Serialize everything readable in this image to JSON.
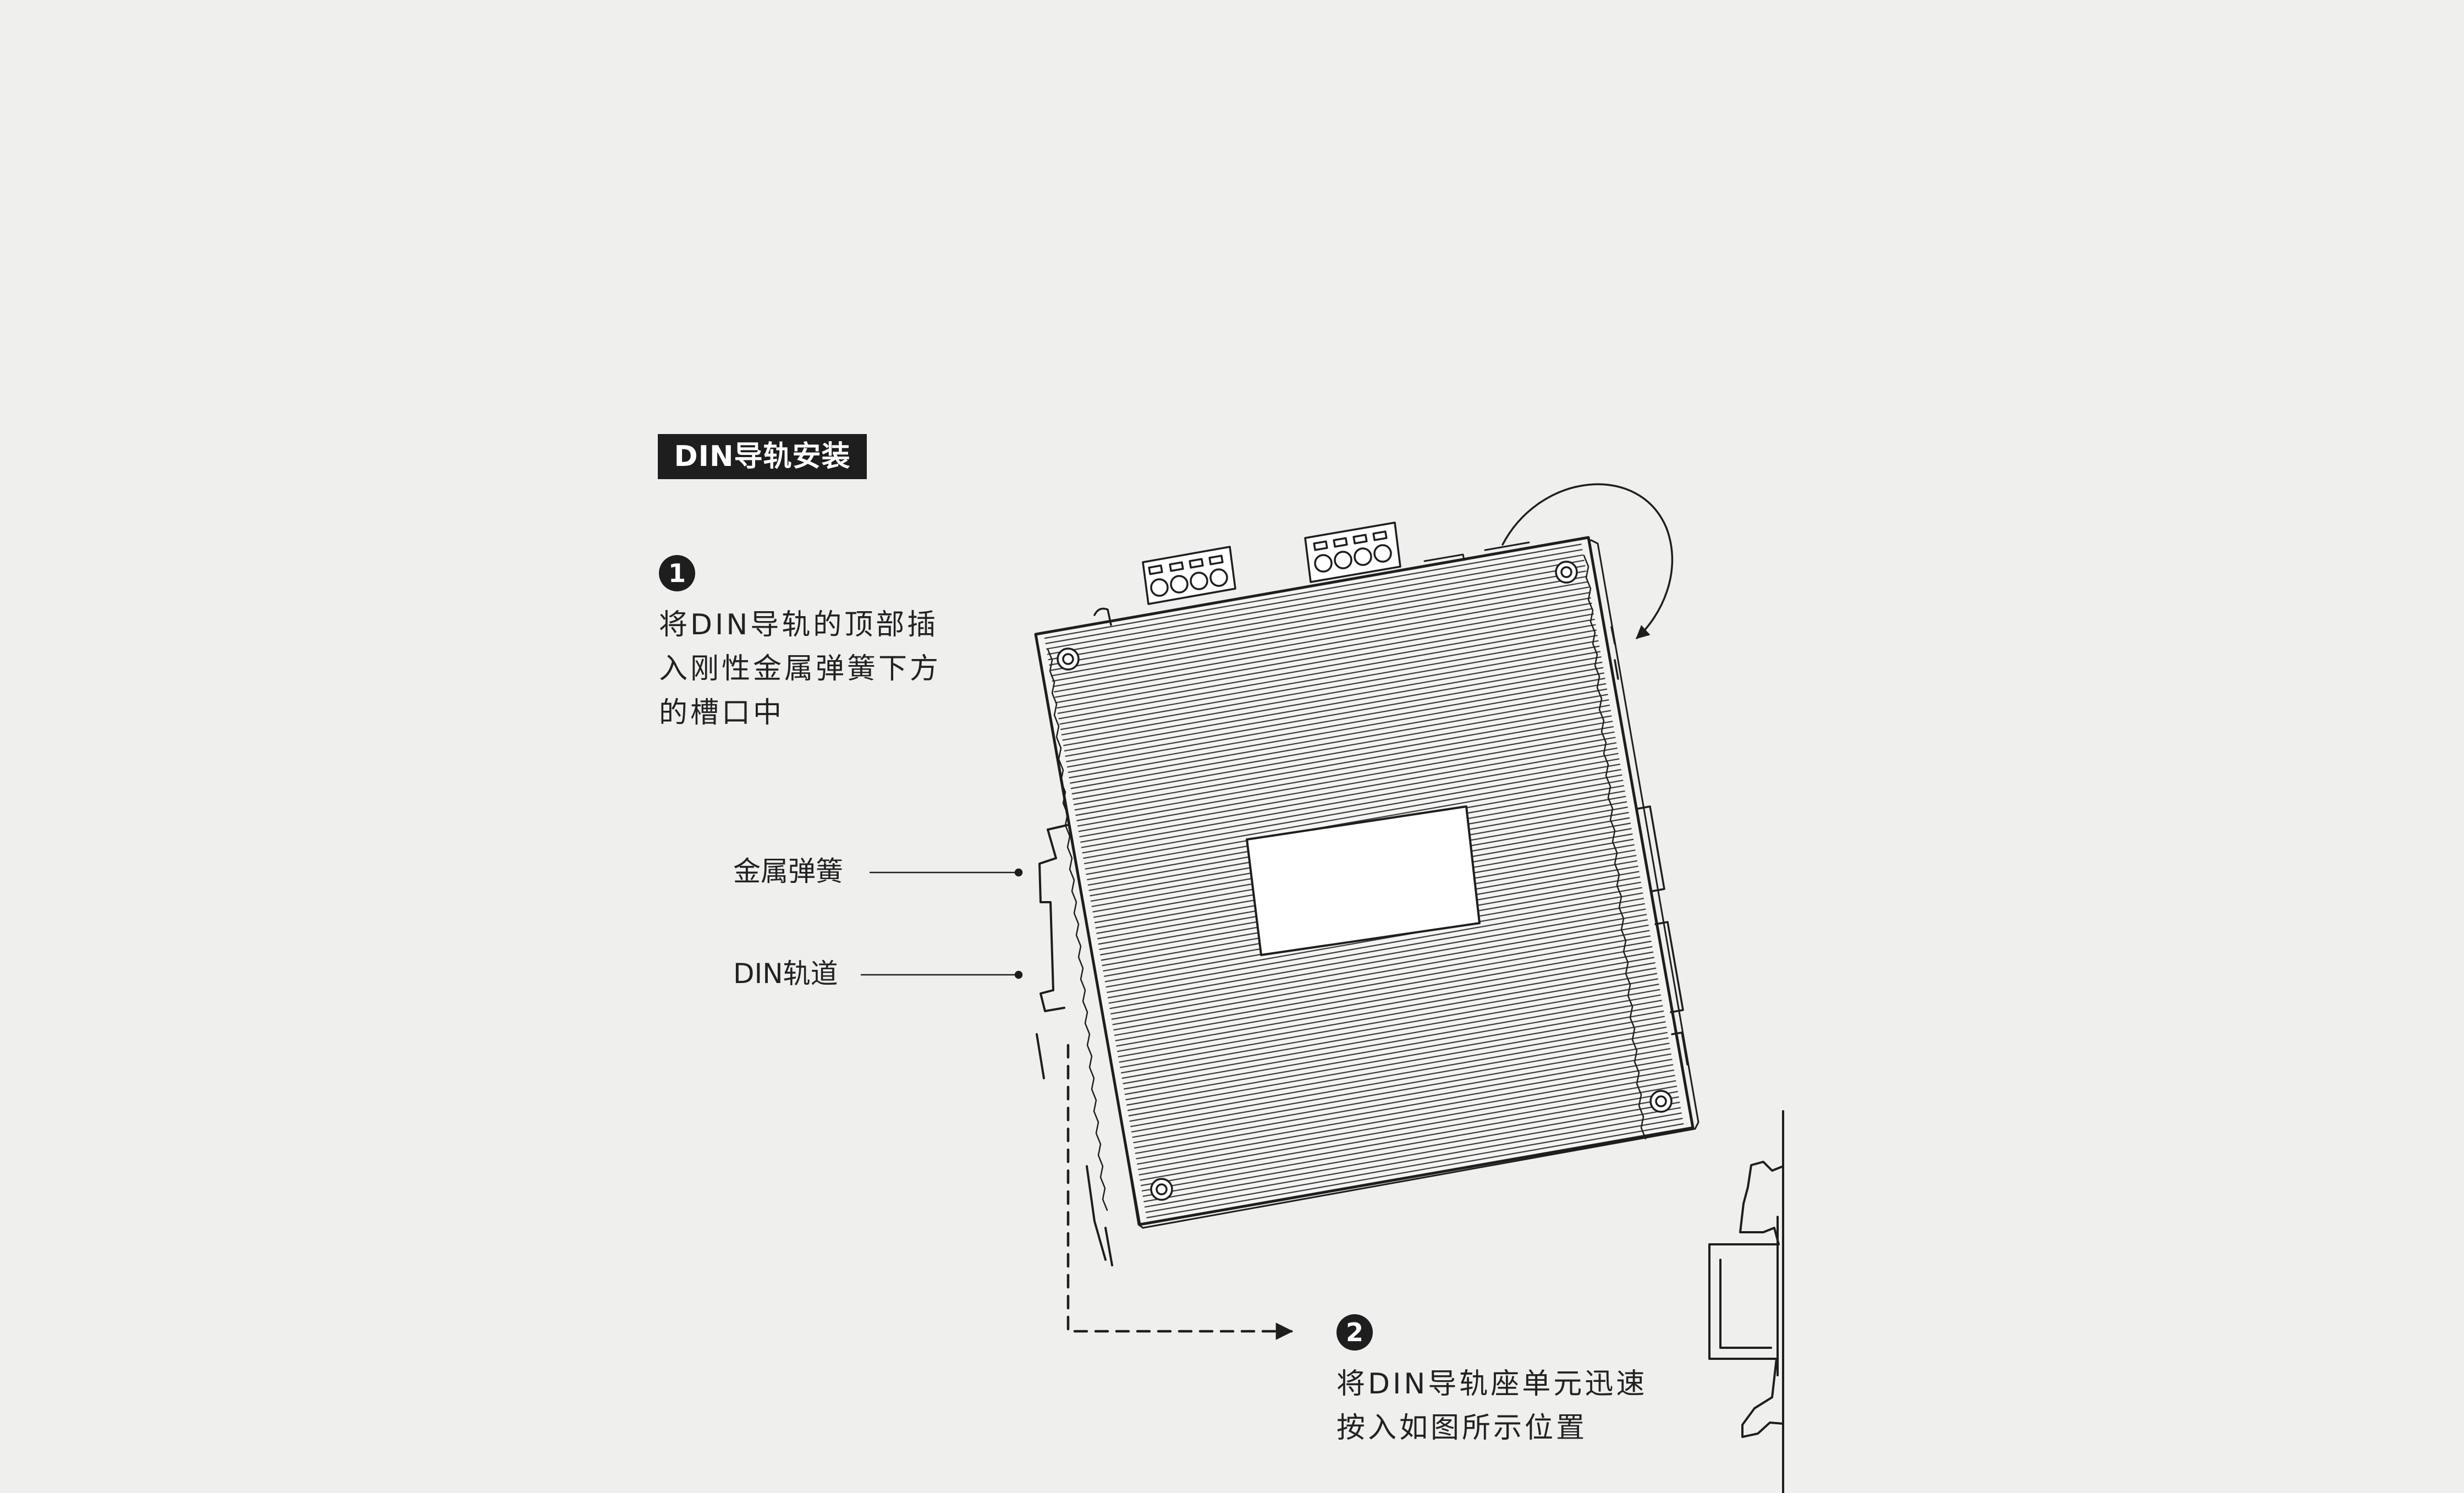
{
  "title": "DIN导轨安装",
  "steps": [
    {
      "number": "1",
      "lines": [
        "将DIN导轨的顶部插",
        "入刚性金属弹簧下方",
        "的槽口中"
      ]
    },
    {
      "number": "2",
      "lines": [
        "将DIN导轨座单元迅速",
        "按入如图所示位置"
      ]
    }
  ],
  "callouts": {
    "spring": "金属弹簧",
    "rail": "DIN轨道"
  },
  "colors": {
    "background": "#efefee",
    "ink": "#1e1e1e",
    "badge_text": "#ffffff"
  }
}
